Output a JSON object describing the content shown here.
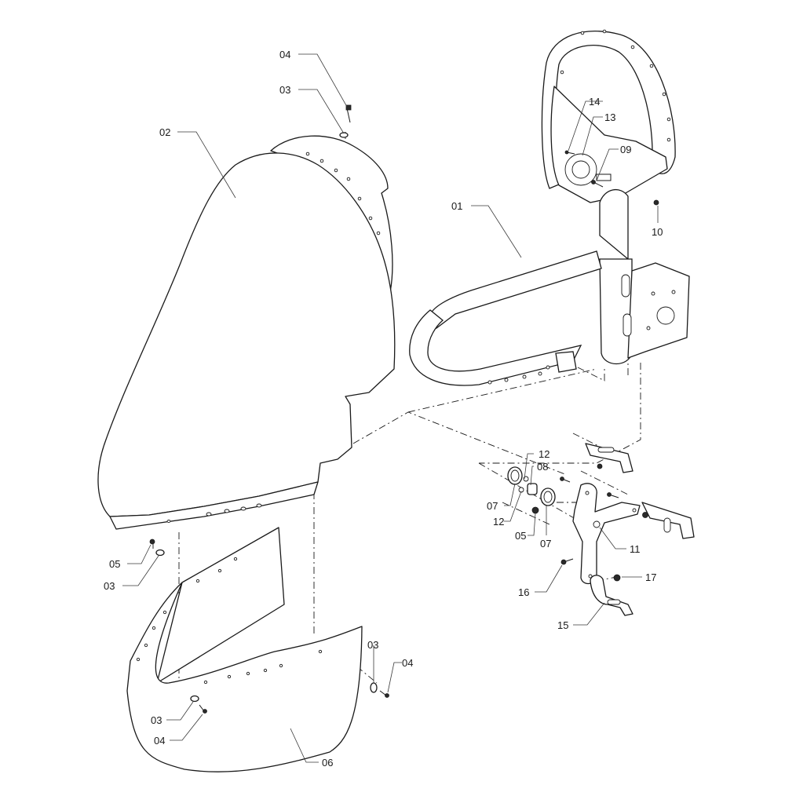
{
  "diagram": {
    "labels": {
      "l01": "01",
      "l02": "02",
      "l03a": "03",
      "l03b": "03",
      "l03c": "03",
      "l03d": "03",
      "l04a": "04",
      "l04b": "04",
      "l04c": "04",
      "l05a": "05",
      "l05b": "05",
      "l06": "06",
      "l07a": "07",
      "l07b": "07",
      "l08": "08",
      "l09": "09",
      "l10": "10",
      "l11": "11",
      "l12a": "12",
      "l12b": "12",
      "l13": "13",
      "l14": "14",
      "l15": "15",
      "l16": "16",
      "l17": "17"
    }
  }
}
